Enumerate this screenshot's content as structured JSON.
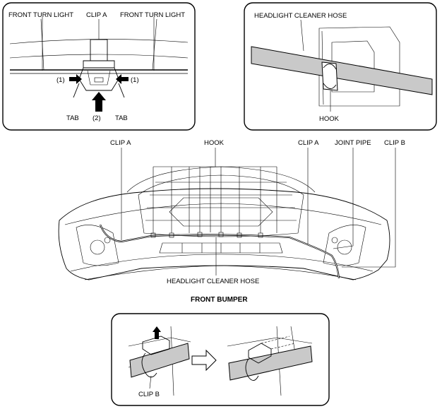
{
  "panel_clip": {
    "label_left": "FRONT TURN LIGHT",
    "label_clip": "CLIP A",
    "label_right": "FRONT TURN LIGHT",
    "label_step1_left": "(1)",
    "label_step1_right": "(1)",
    "label_step2": "(2)",
    "label_tab_left": "TAB",
    "label_tab_right": "TAB"
  },
  "panel_hook": {
    "label_hose": "HEADLIGHT CLEANER HOSE",
    "label_hook": "HOOK"
  },
  "bumper": {
    "label_clip_a_left": "CLIP A",
    "label_hook": "HOOK",
    "label_clip_a_right": "CLIP A",
    "label_joint_pipe": "JOINT PIPE",
    "label_clip_b": "CLIP B",
    "label_hose": "HEADLIGHT CLEANER HOSE",
    "caption": "FRONT BUMPER"
  },
  "panel_clip_b": {
    "label_clip_b": "CLIP B"
  },
  "colors": {
    "line": "#000000",
    "hose_fill": "#c9c9c9",
    "background": "#ffffff"
  }
}
